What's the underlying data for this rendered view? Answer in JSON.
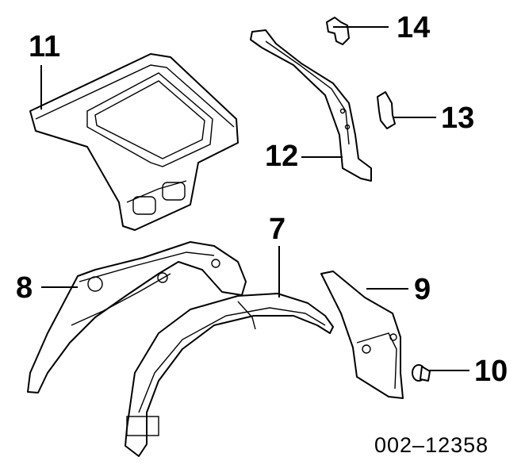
{
  "diagram": {
    "callouts": [
      "7",
      "8",
      "9",
      "10",
      "11",
      "12",
      "13",
      "14"
    ],
    "part_code": "002–12358"
  }
}
